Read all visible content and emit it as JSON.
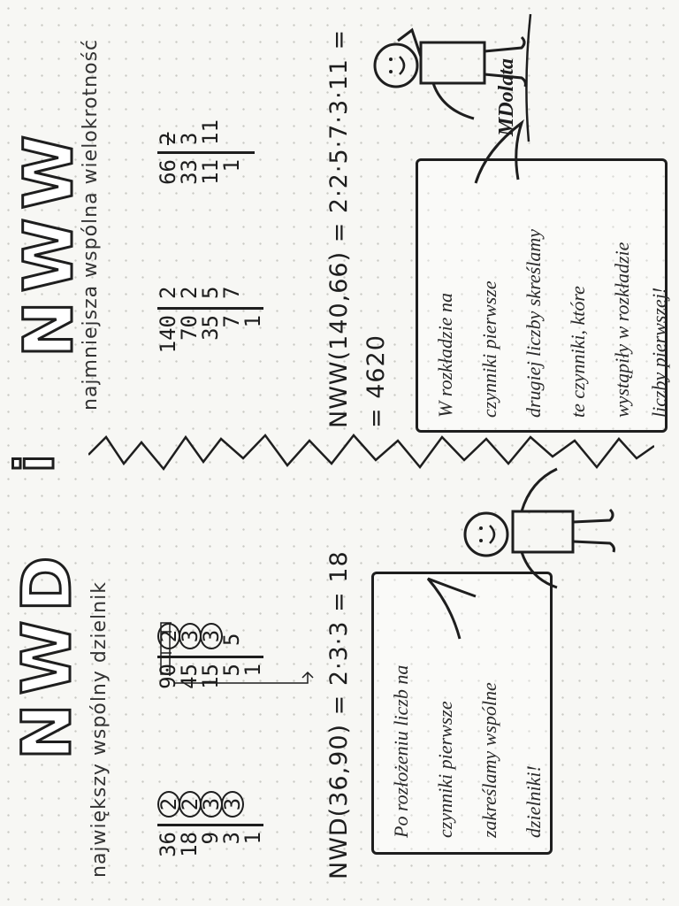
{
  "nwd": {
    "title": "NWD",
    "subtitle": "największy wspólny dzielnik",
    "table_a": {
      "numbers": [
        "36",
        "18",
        "9",
        "3",
        "1"
      ],
      "divisors": [
        "2",
        "2",
        "3",
        "3"
      ]
    },
    "table_b": {
      "numbers": [
        "90",
        "45",
        "15",
        "5",
        "1"
      ],
      "divisors": [
        "2",
        "3",
        "3",
        "5"
      ]
    },
    "formula": "NWD(36,90) = 2·3·3 = 18",
    "bubble_lines": [
      "Po rozłożeniu liczb na",
      "czynniki pierwsze",
      "zakreślamy wspólne",
      "dzielniki!"
    ]
  },
  "connector": "i",
  "nww": {
    "title": "NWW",
    "subtitle": "najmniejsza wspólna wielokrotność",
    "table_a": {
      "numbers": [
        "140",
        "70",
        "35",
        "7",
        "1"
      ],
      "divisors": [
        "2",
        "2",
        "5",
        "7"
      ]
    },
    "table_b": {
      "numbers": [
        "66",
        "33",
        "11",
        "1"
      ],
      "divisors": [
        "2",
        "3",
        "11"
      ]
    },
    "formula_line1": "NWW(140,66) = 2·2·5·7·3·11 =",
    "formula_line2": "= 4620",
    "bubble_lines": [
      "W rozkładzie na",
      "czynniki pierwsze",
      "drugiej liczby skreślamy",
      "te czynniki, które",
      "wystąpiły w rozkładzie",
      "liczby pierwszej!"
    ]
  },
  "signature": "MDolata"
}
